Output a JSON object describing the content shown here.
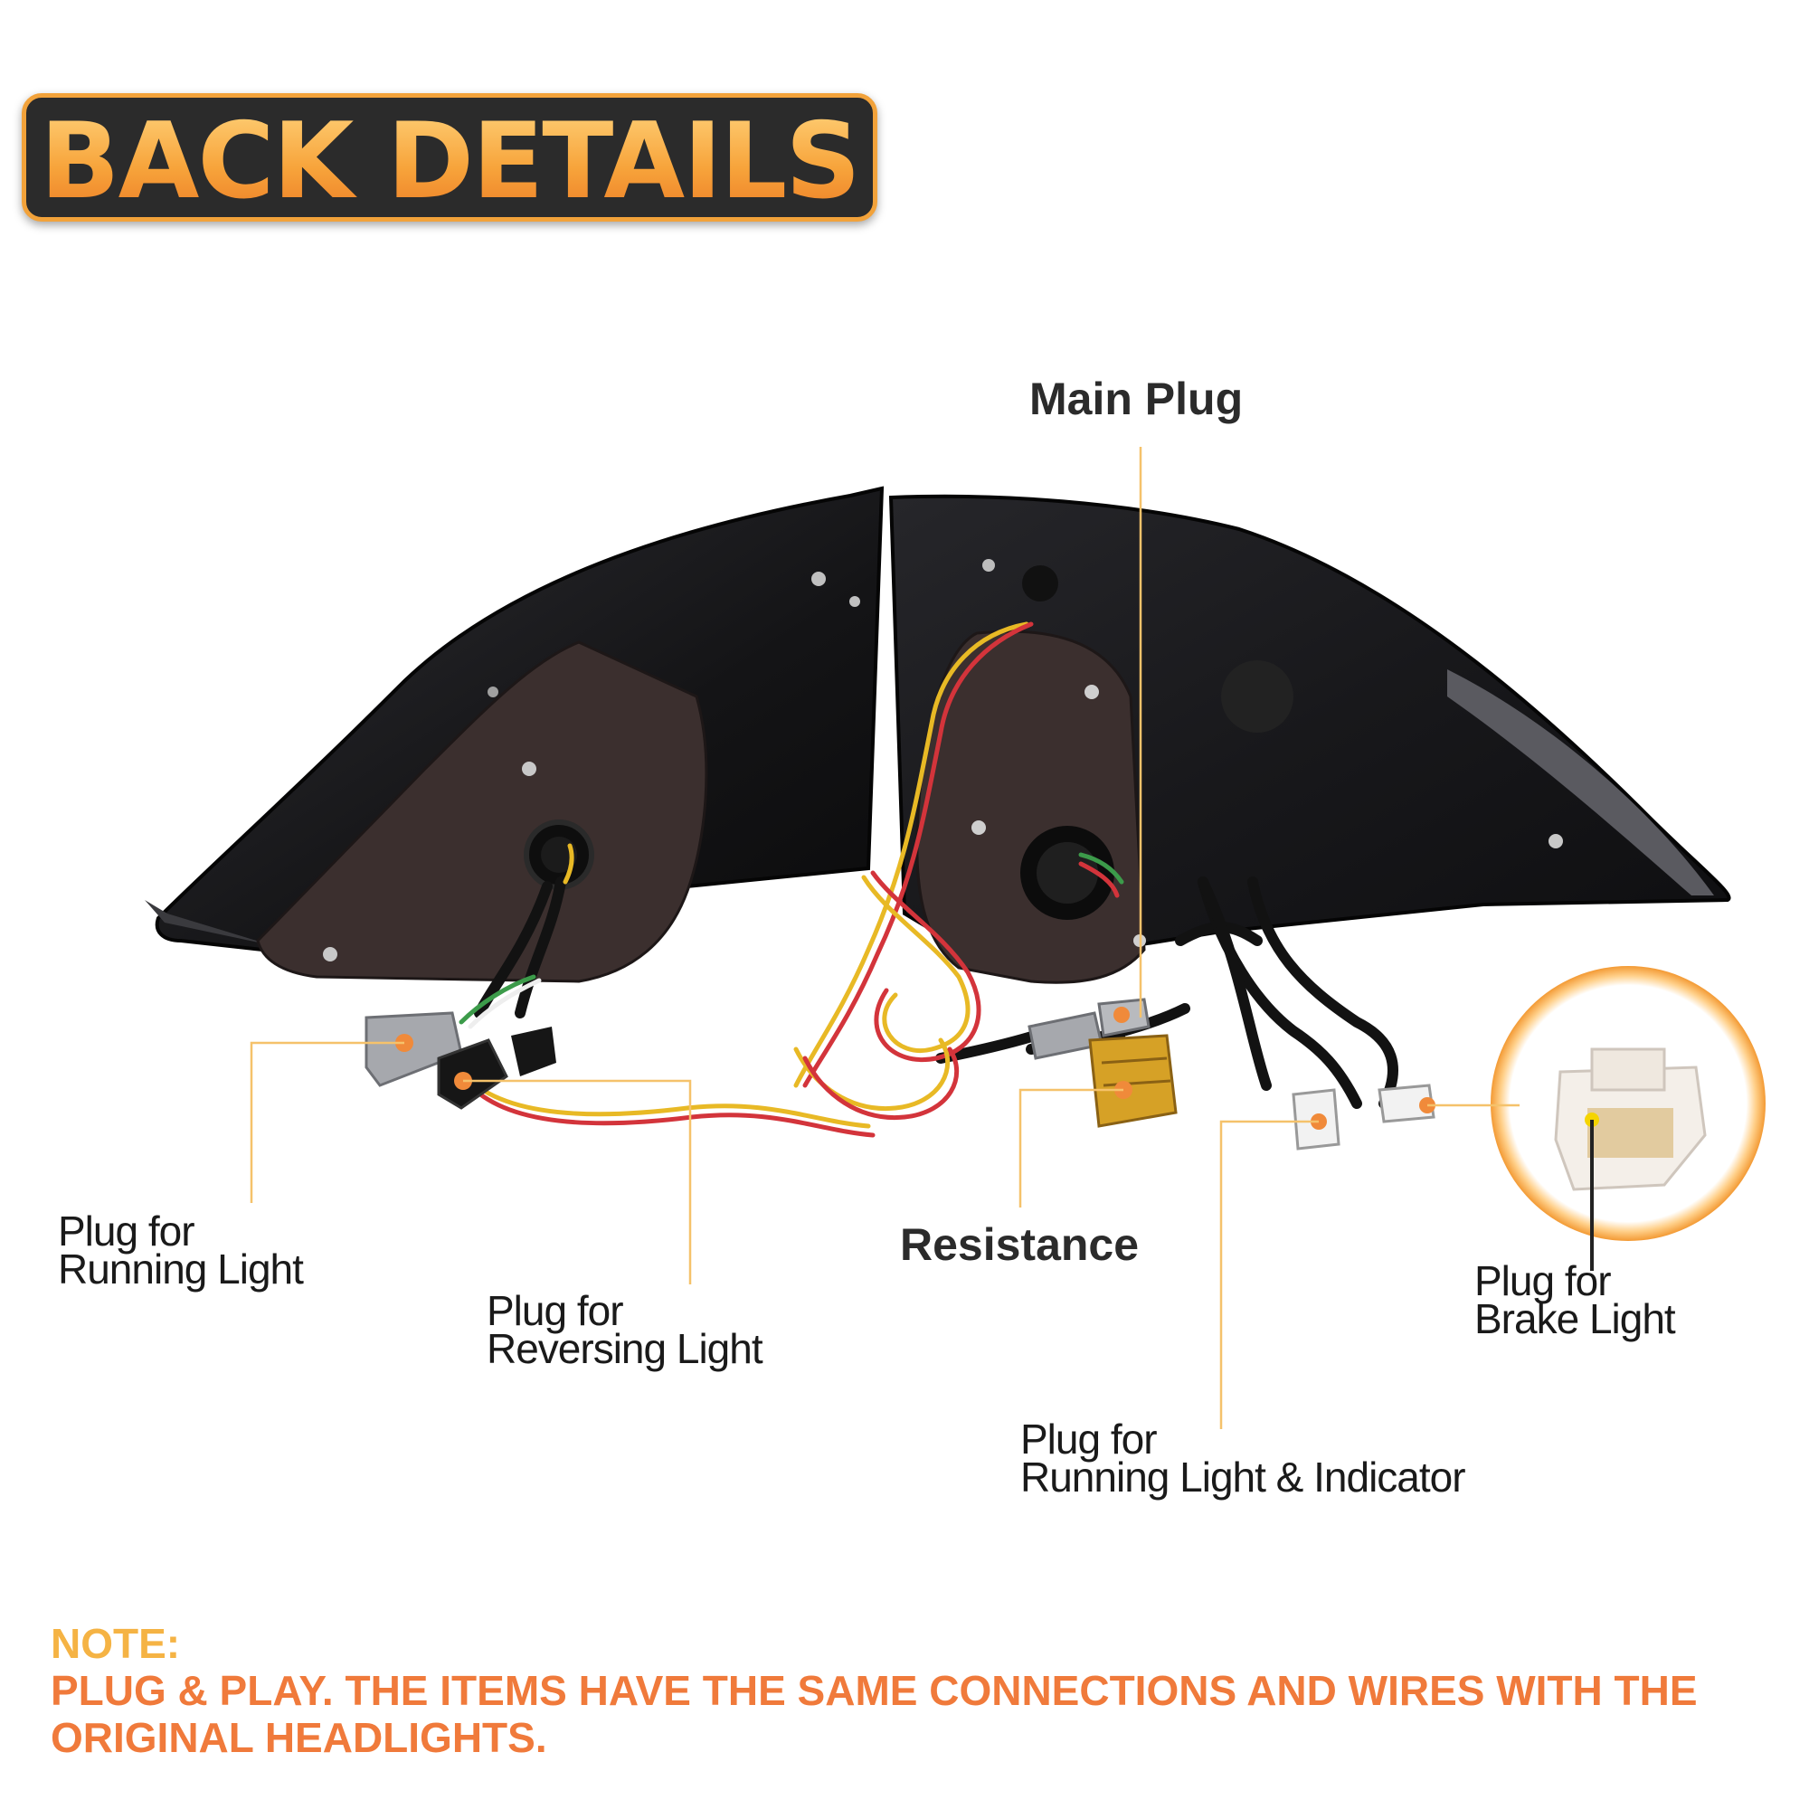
{
  "header": {
    "title": "BACK DETAILS"
  },
  "callouts": {
    "main_plug": "Main Plug",
    "resistance": "Resistance",
    "running_light": {
      "line1": "Plug for",
      "line2": "Running Light"
    },
    "reversing_light": {
      "line1": "Plug for",
      "line2": "Reversing Light"
    },
    "brake_light": {
      "line1": "Plug for",
      "line2": "Brake Light"
    },
    "running_indicator": {
      "line1": "Plug for",
      "line2": "Running Light & Indicator"
    }
  },
  "note": {
    "title": "NOTE:",
    "text": "PLUG & PLAY. THE ITEMS HAVE THE SAME CONNECTIONS AND WIRES WITH THE ORIGINAL HEADLIGHTS."
  },
  "colors": {
    "accent_orange": "#f2a23a",
    "leader_line": "#f5c26b",
    "note_title": "#f5b344",
    "note_text": "#f07a3b"
  }
}
